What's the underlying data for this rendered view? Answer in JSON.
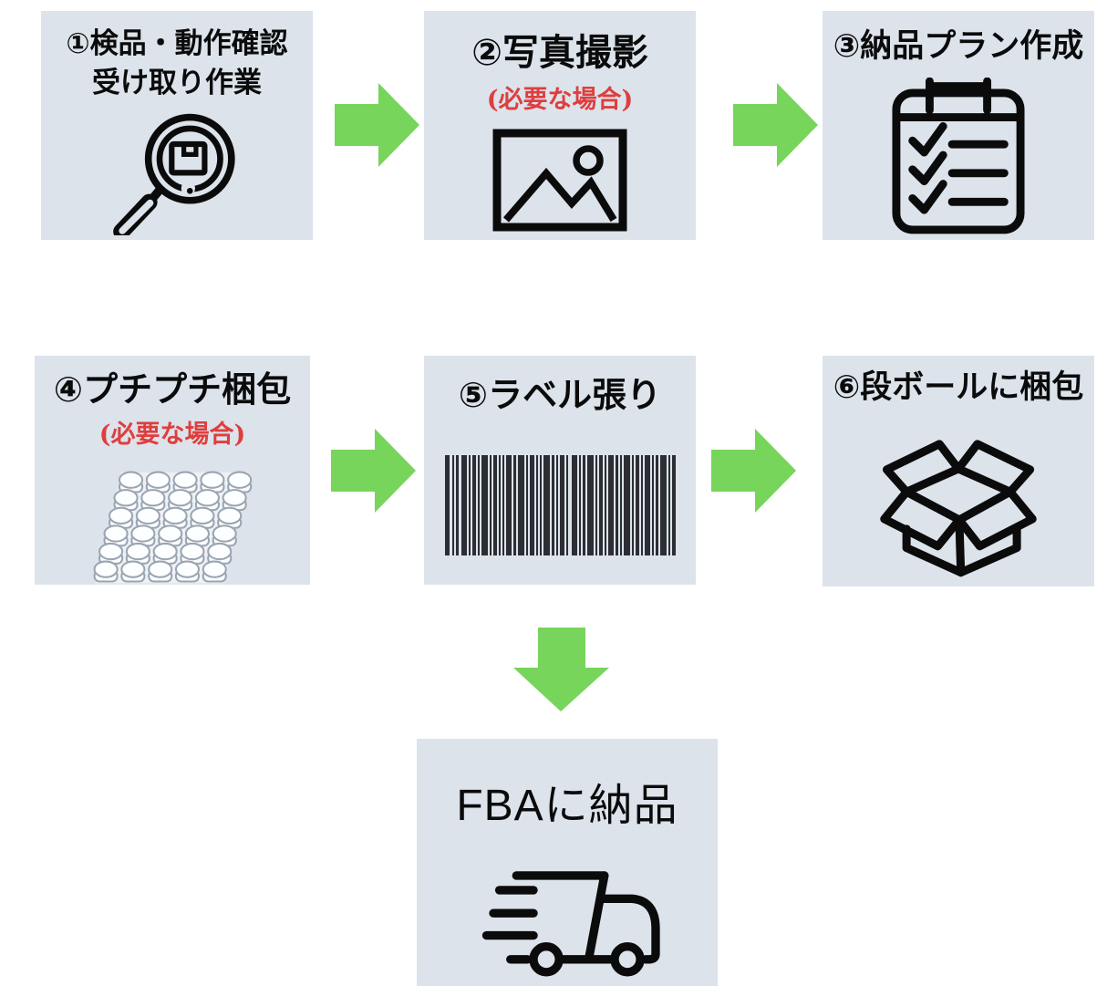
{
  "colors": {
    "box_bg": "#dce3eb",
    "arrow_green": "#76d55a",
    "note_red": "#df3e3e",
    "ink": "#0b0b0b",
    "barcode_ink": "#2d2d34"
  },
  "steps": [
    {
      "title": "①検品・動作確認",
      "title2": "受け取り作業",
      "icon": "magnifier-package-icon"
    },
    {
      "title": "②写真撮影",
      "note": "(必要な場合)",
      "icon": "photo-image-icon"
    },
    {
      "title": "③納品プラン作成",
      "icon": "checklist-icon"
    },
    {
      "title": "④プチプチ梱包",
      "note": "(必要な場合)",
      "icon": "bubble-wrap-icon"
    },
    {
      "title": "⑤ラベル張り",
      "icon": "barcode-icon"
    },
    {
      "title": "⑥段ボールに梱包",
      "icon": "open-cardboard-box-icon"
    },
    {
      "title": "FBAに納品",
      "icon": "delivery-truck-icon"
    }
  ],
  "arrows": [
    {
      "from": "step-1",
      "to": "step-2",
      "direction": "right"
    },
    {
      "from": "step-2",
      "to": "step-3",
      "direction": "right"
    },
    {
      "from": "step-4",
      "to": "step-5",
      "direction": "right"
    },
    {
      "from": "step-5",
      "to": "step-6",
      "direction": "right"
    },
    {
      "from": "step-5",
      "to": "step-7",
      "direction": "down"
    }
  ]
}
